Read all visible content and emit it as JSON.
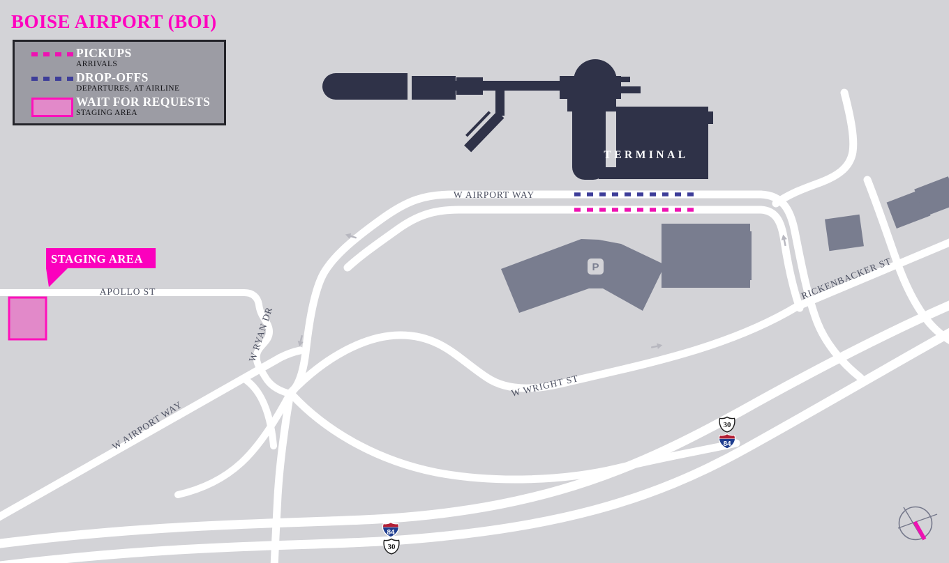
{
  "page": {
    "title": "BOISE AIRPORT (BOI)"
  },
  "legend": {
    "pickups": {
      "label": "PICKUPS",
      "sublabel": "ARRIVALS"
    },
    "dropoffs": {
      "label": "DROP-OFFS",
      "sublabel": "DEPARTURES, AT AIRLINE"
    },
    "wait": {
      "label": "WAIT FOR REQUESTS",
      "sublabel": "STAGING AREA"
    }
  },
  "map": {
    "terminal_label": "TERMINAL",
    "parking_label": "P",
    "staging_callout": "STAGING AREA",
    "road_labels": {
      "airport_way_top": "W AIRPORT WAY",
      "apollo": "APOLLO ST",
      "ryan": "W RYAN DR",
      "airport_way_sw": "W AIRPORT WAY",
      "wright": "W WRIGHT ST",
      "rickenbacker": "RICKENBACKER ST"
    },
    "shields": {
      "us30": "30",
      "i84": "84"
    }
  },
  "colors": {
    "background": "#d3d3d7",
    "road": "#ffffff",
    "terminal_navy": "#2f3248",
    "building_gray": "#797d8f",
    "pickups_magenta": "#ee12b2",
    "dropoffs_navy": "#3d3d99",
    "staging_fill": "#e289c9",
    "staging_border": "#ff10bb",
    "banner_magenta": "#fb00bd",
    "title_magenta": "#ff00bf",
    "label_gray": "#4e5263",
    "legend_bg": "#9c9ca4",
    "interstate_red": "#b21f35",
    "interstate_blue": "#1e3d8f"
  }
}
